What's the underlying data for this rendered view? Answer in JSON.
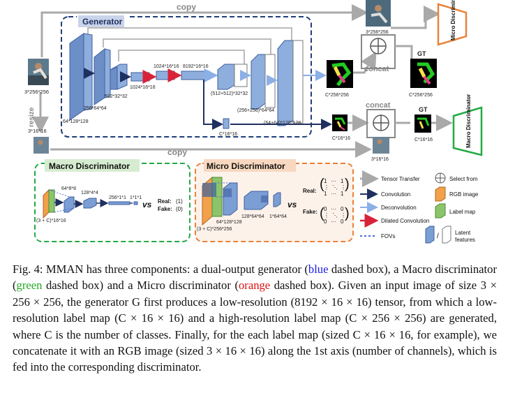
{
  "figure": {
    "copy_top": "copy",
    "copy_bottom": "copy",
    "resize": "resize",
    "generator_title": "Generator",
    "concat_top": "concat",
    "concat_bottom": "concat",
    "gt_top": "GT",
    "gt_bottom": "GT",
    "micro_disc_vertical": "Micro Discriminator",
    "macro_disc_vertical": "Macro Discriminator",
    "macro_box_title": "Macro Discriminator",
    "micro_box_title": "Micro Discriminator",
    "dims": {
      "input": "3*256*256",
      "input_small": "3*16*16",
      "enc1": "1024*16*16",
      "enc2": "256*64*64",
      "enc3": "512*32*32",
      "enc4": "1024*16*16",
      "enc5": "1024*16*16",
      "enc6": "8192*16*16",
      "enc7": "64*128*128",
      "dec1": "(512+512)*32*32",
      "dec2": "(256+256)*64*64",
      "dec3": "(64+64)*128*128",
      "low_out": "C*16*16",
      "high_out": "C*256*256",
      "concat_top_in": "3*256*256",
      "gt_top_dim": "C*256*256",
      "low_map": "C*16*16",
      "concat_bottom_in": "3*16*16",
      "gt_bottom_dim": "C*16*16",
      "macro_in": "(3 + C)*16*16",
      "macro_l1": "64*8*8",
      "macro_l2": "128*4*4",
      "macro_l3": "256*1*1",
      "macro_l4": "1*1*1",
      "micro_in": "(3 + C)*256*256",
      "micro_l1": "64*128*128",
      "micro_l2": "128*64*64",
      "micro_l3": "1*64*64"
    },
    "vs": "vs",
    "macro_real": "Real:",
    "macro_real_val": "(1)",
    "macro_fake": "Fake:",
    "macro_fake_val": "(0)",
    "micro_real": "Real:",
    "micro_fake": "Fake:",
    "matrix_one": "1",
    "matrix_zero": "0",
    "matrix_hdots": "···",
    "matrix_vdots": "⋮",
    "matrix_ddots": "⋱",
    "legend": {
      "tensor_transfer": "Tensor Transfer",
      "select_from": "Select from",
      "convolution": "Convolution",
      "rgb_image": "RGB image",
      "deconvolution": "Deconvolution",
      "label_map": "Label map",
      "dilated_convolution": "Dilated Convolution",
      "fovs": "FOVs",
      "slash": "/",
      "latent": "Latent",
      "features": "features"
    },
    "colors": {
      "generator_border": "#1f3f7a",
      "macro_border": "#22aa44",
      "micro_border": "#e8823a",
      "block_blue": "#7b9fd4",
      "block_dark": "#3f5f9f",
      "rgb_orange": "#f2a04a",
      "label_green": "#8cc46c"
    }
  },
  "caption": {
    "p1": "Fig. 4: MMAN has three components: a dual-output generator (",
    "blue_word": "blue",
    "p2": " dashed box), a Macro discriminator (",
    "green_word": "green",
    "p3": " dashed box) and a Micro discriminator (",
    "red_word": "orange",
    "p4": " dashed box). Given an input image of size 3 × 256 × 256, the generator G first produces a low-resolution (8192 × 16 × 16) tensor, from which a low-resolution label map (C × 16 × 16) and a high-resolution label map (C × 256 × 256) are generated, where C is the number of classes. Finally, for the each label map (sized C × 16 × 16, for example), we concatenate it with an RGB image (sized 3 × 16 × 16) along the 1st axis (number of channels), which is fed into the corresponding discriminator."
  }
}
